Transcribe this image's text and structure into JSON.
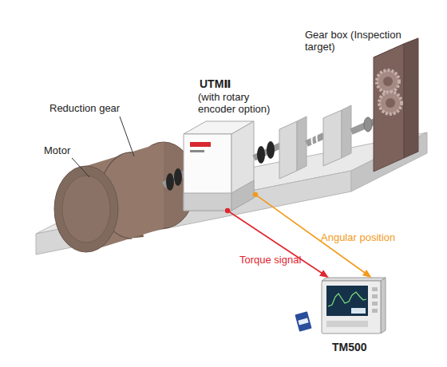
{
  "diagram": {
    "nodes": [
      {
        "text": [
          "UTMⅡ",
          "(with rotary encoder option)"
        ]
      },
      {
        "text": [
          "TM500"
        ]
      }
    ],
    "edges": [
      {
        "from": 0,
        "to": 1,
        "arrow": "to",
        "label": "Torque signal"
      },
      {
        "from": 0,
        "to": 1,
        "arrow": "to",
        "label": "Angular position"
      }
    ],
    "labels": [
      "Gear box (Inspection target)",
      "Reduction gear",
      "Motor"
    ]
  }
}
